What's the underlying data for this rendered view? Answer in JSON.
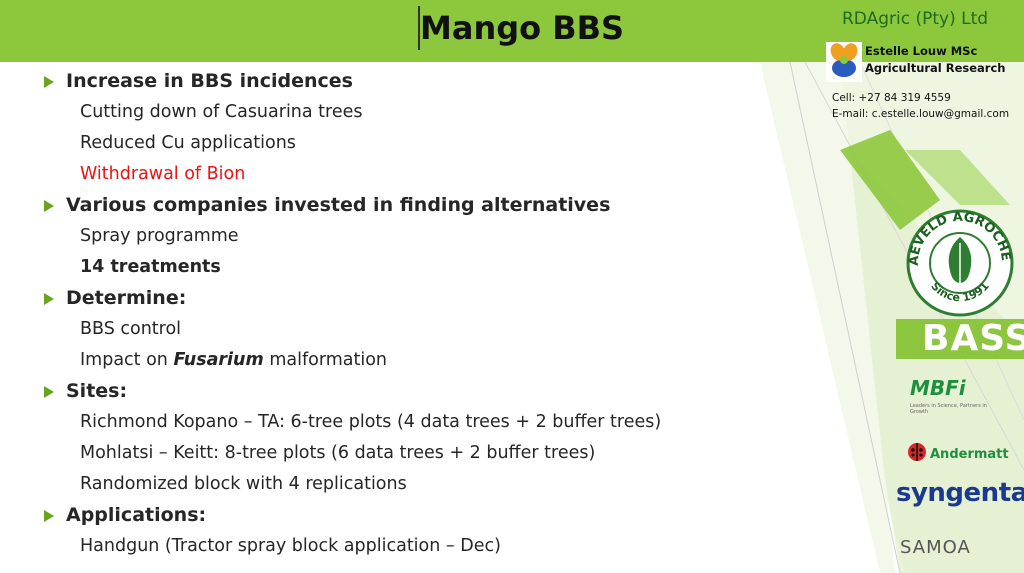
{
  "slide": {
    "title": "Mango BBS",
    "accent_color": "#8dc83c",
    "bullet_color": "#6aa31f",
    "highlight_color": "#ee1111"
  },
  "header": {
    "company": "RDAgric (Pty) Ltd",
    "author_name": "Estelle Louw MSc",
    "author_role": "Agricultural Research",
    "cell": "Cell: +27 84 319 4559",
    "email": "E-mail: c.estelle.louw@gmail.com"
  },
  "bullets": [
    {
      "text": "Increase in BBS incidences",
      "sub": [
        "Cutting down of Casuarina trees",
        "Reduced Cu applications",
        "Withdrawal of Bion"
      ]
    },
    {
      "text": "Various companies invested in finding alternatives",
      "sub": [
        "Spray programme",
        "14 treatments"
      ]
    },
    {
      "text": "Determine:",
      "sub": [
        "BBS control"
      ],
      "impact": {
        "prefix": "Impact on ",
        "italic": "Fusarium",
        "suffix": " malformation"
      }
    },
    {
      "text": "Sites:",
      "sub": [
        "Richmond Kopano – TA: 6-tree plots (4 data trees + 2 buffer trees)",
        "Mohlatsi – Keitt: 8-tree plots (6 data trees + 2 buffer trees)",
        "Randomized block with 4 replications"
      ]
    },
    {
      "text": "Applications:",
      "sub": [
        "Handgun (Tractor spray block application – Dec)"
      ]
    }
  ],
  "sponsors": {
    "laeveld_top": "LAEVELD AGROCHEM",
    "laeveld_bottom": "Since 1991",
    "bass": "BASS",
    "mbfi": "MBFi",
    "mbfi_tagline": "Leaders in Science, Partners in Growth",
    "andermatt": "Andermatt",
    "syngenta": "syngenta",
    "samoa": "SAMOA"
  }
}
